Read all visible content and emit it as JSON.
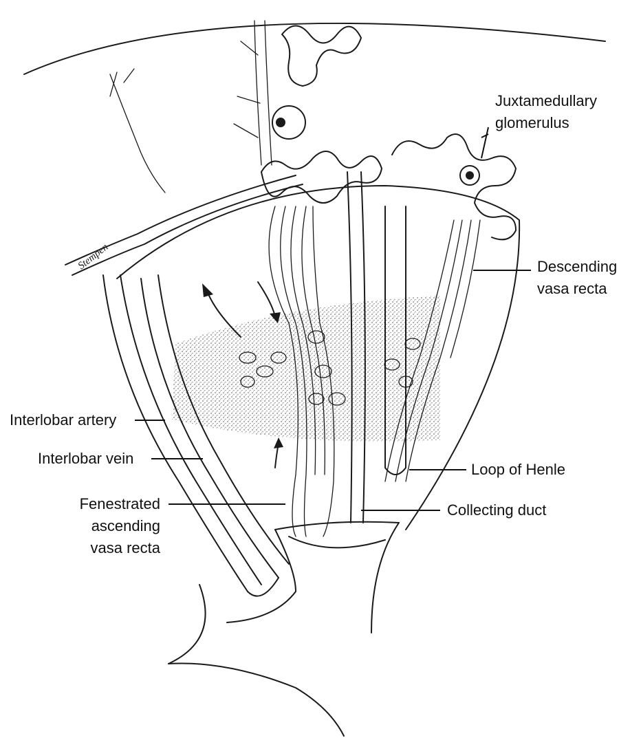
{
  "colors": {
    "ink": "#1a1a1a",
    "stipple": "#9a9a9a",
    "background": "#ffffff"
  },
  "labels": {
    "juxtamedullary": [
      "Juxtamedullary",
      "glomerulus"
    ],
    "descending": [
      "Descending",
      "vasa recta"
    ],
    "interlobar_artery": "Interlobar artery",
    "interlobar_vein": "Interlobar vein",
    "fenestrated": [
      "Fenestrated",
      "ascending",
      "vasa recta"
    ],
    "loop_of_henle": "Loop of Henle",
    "collecting_duct": "Collecting duct"
  },
  "signature": "Stempen"
}
